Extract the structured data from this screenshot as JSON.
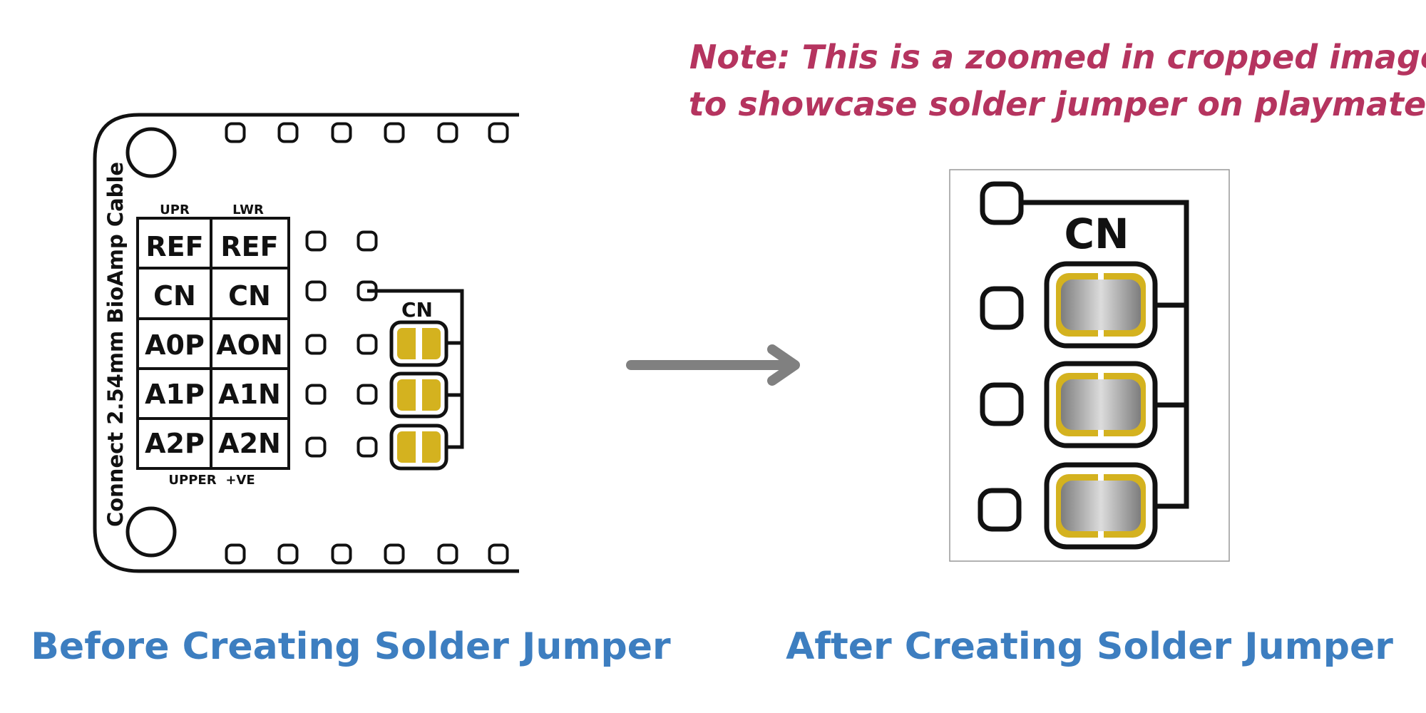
{
  "note": {
    "line1": "Note: This is a zoomed in cropped image",
    "line2": "to showcase solder jumper on playmate*",
    "color": "#b5345f"
  },
  "before_board": {
    "side_label": "Connect 2.54mm BioAmp Cable",
    "col_labels": [
      "UPR",
      "LWR"
    ],
    "table": [
      [
        "REF",
        "REF"
      ],
      [
        "CN",
        "CN"
      ],
      [
        "A0P",
        "AON"
      ],
      [
        "A1P",
        "A1N"
      ],
      [
        "A2P",
        "A2N"
      ]
    ],
    "bottom_labels": [
      "UPPER",
      "+VE"
    ],
    "jumper_label": "CN",
    "jumper_state": "open"
  },
  "after_board": {
    "jumper_label": "CN",
    "jumper_state": "bridged"
  },
  "arrow_icon": "right-arrow-icon",
  "captions": {
    "before": "Before Creating Solder Jumper",
    "after": "After Creating Solder Jumper",
    "color": "#3d7ec0"
  },
  "colors": {
    "gold": "#d4b21f",
    "solder": "#9a9a9a",
    "arrow": "#808080"
  }
}
